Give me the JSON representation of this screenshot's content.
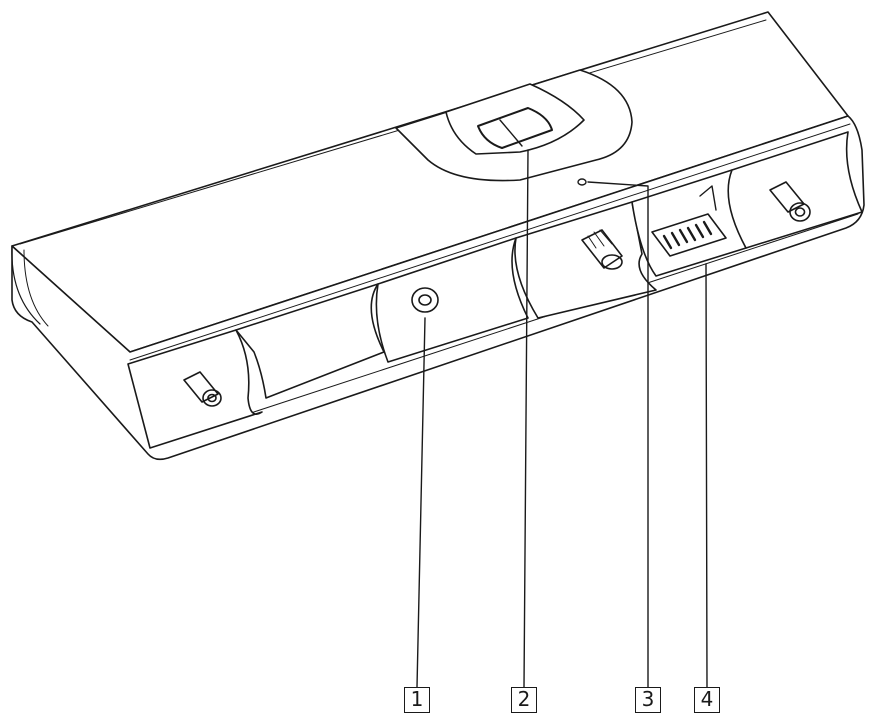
{
  "diagram": {
    "line_color": "#1a1a1a",
    "callouts": [
      {
        "id": "1",
        "label": "1",
        "points_to": "mounting-screw-hole"
      },
      {
        "id": "2",
        "label": "2",
        "points_to": "release-latch"
      },
      {
        "id": "3",
        "label": "3",
        "points_to": "indicator-led"
      },
      {
        "id": "4",
        "label": "4",
        "points_to": "connector"
      }
    ]
  }
}
